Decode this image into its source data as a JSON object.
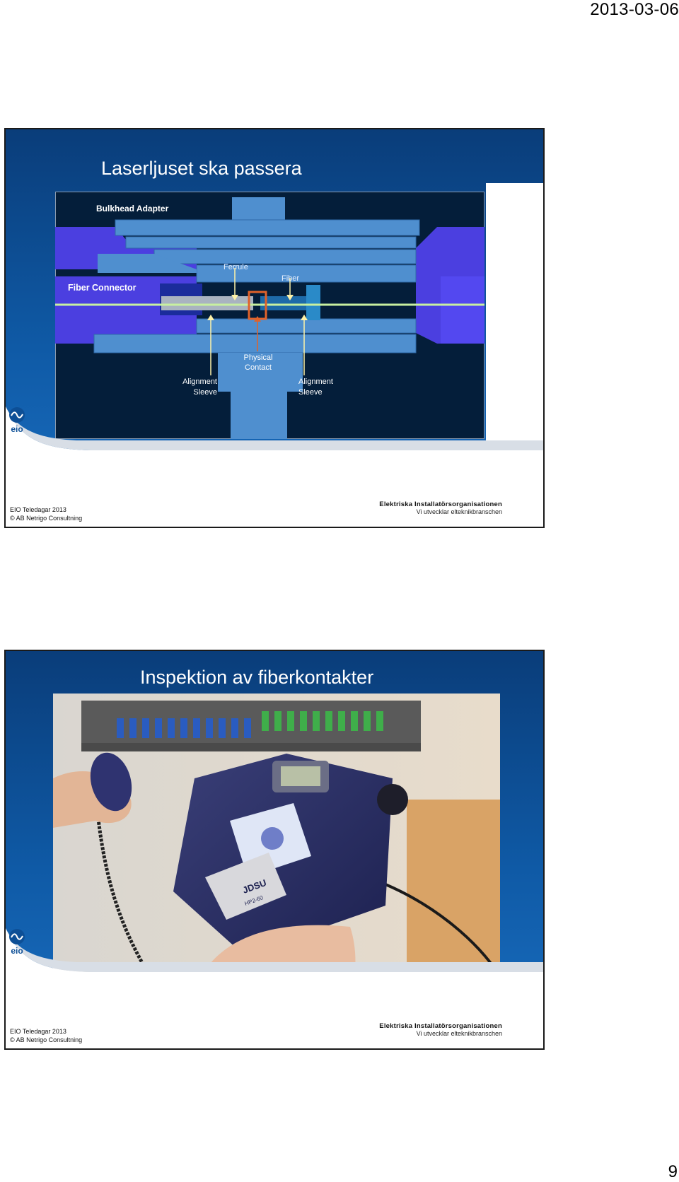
{
  "page": {
    "date": "2013-03-06",
    "number": "9"
  },
  "slides": [
    {
      "title": "Laserljuset ska passera",
      "diagram": {
        "labels": {
          "bulkhead": "Bulkhead Adapter",
          "fiber_connector": "Fiber Connector",
          "ferrule": "Ferrule",
          "fiber": "Fiber",
          "physical_contact_line1": "Physical",
          "physical_contact_line2": "Contact",
          "alignment_left_line1": "Alignment",
          "alignment_left_line2": "Sleeve",
          "alignment_right_line1": "Alignment",
          "alignment_right_line2": "Sleeve"
        }
      },
      "footer": {
        "line1": "EIO Teledagar 2013",
        "line2": "© AB Netrigo Consultning",
        "brand": "Elektriska Installatörsorganisationen",
        "tagline": "Vi utvecklar elteknikbranschen",
        "logo_text": "eio"
      }
    },
    {
      "title": "Inspektion av fiberkontakter",
      "photo": {
        "device_brand": "JDSU",
        "device_model": "HP2-60"
      },
      "footer": {
        "line1": "EIO Teledagar 2013",
        "line2": "© AB Netrigo Consultning",
        "brand": "Elektriska Installatörsorganisationen",
        "tagline": "Vi utvecklar elteknikbranschen",
        "logo_text": "eio"
      }
    }
  ],
  "colors": {
    "slide_bg": "#0f5aa6",
    "diagram_bg": "#041e3a",
    "adapter_blue": "#4f8fcf",
    "connector_purple": "#4b3fe0",
    "highlight_orange": "#e0622a",
    "fiber_line": "#c8f0a0"
  }
}
